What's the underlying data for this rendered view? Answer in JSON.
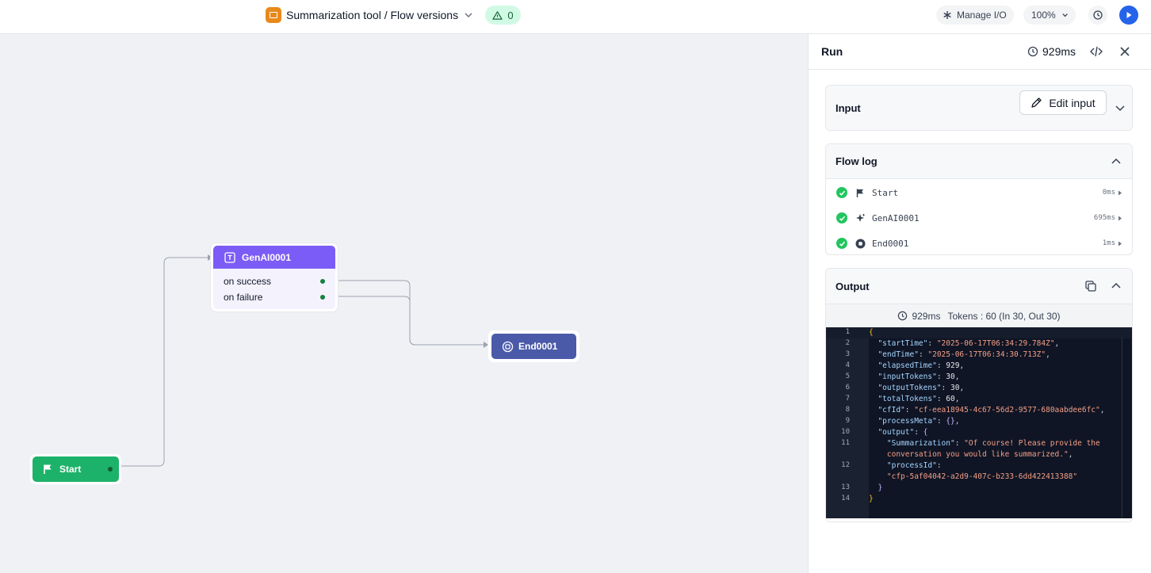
{
  "topbar": {
    "title": "Summarization tool / Flow versions",
    "warning_count": "0",
    "manage_io_label": "Manage I/O",
    "zoom_label": "100%"
  },
  "canvas": {
    "start_label": "Start",
    "gen_label": "GenAI0001",
    "gen_success": "on success",
    "gen_failure": "on failure",
    "end_label": "End0001"
  },
  "panel": {
    "title": "Run",
    "elapsed": "929ms",
    "input_title": "Input",
    "edit_input_label": "Edit input",
    "flow_log_title": "Flow log",
    "log": [
      {
        "name": "Start",
        "duration": "0ms"
      },
      {
        "name": "GenAI0001",
        "duration": "695ms"
      },
      {
        "name": "End0001",
        "duration": "1ms"
      }
    ],
    "output_title": "Output",
    "output_time": "929ms",
    "output_tokens": "Tokens : 60 (In 30, Out 30)",
    "code": {
      "line_numbers": [
        "1",
        "2",
        "3",
        "4",
        "5",
        "6",
        "7",
        "8",
        "9",
        "10",
        "11",
        "12",
        "13",
        "14"
      ],
      "startTime": "\"2025-06-17T06:34:29.784Z\"",
      "endTime": "\"2025-06-17T06:34:30.713Z\"",
      "elapsedTime": "929",
      "inputTokens": "30",
      "outputTokens": "30",
      "totalTokens": "60",
      "cfId": "\"cf-eea18945-4c67-56d2-9577-680aabdee6fc\"",
      "processMeta": "{}",
      "summarization_1": "\"Of course! Please provide the",
      "summarization_2": "conversation you would like summarized.\"",
      "processId": "\"cfp-5af04042-a2d9-407c-b233-6dd422413388\""
    }
  },
  "colors": {
    "start_node": "#1db269",
    "gen_node": "#7c5cf6",
    "end_node": "#4a5aa8",
    "run_button": "#2563eb",
    "success": "#22c55e"
  }
}
